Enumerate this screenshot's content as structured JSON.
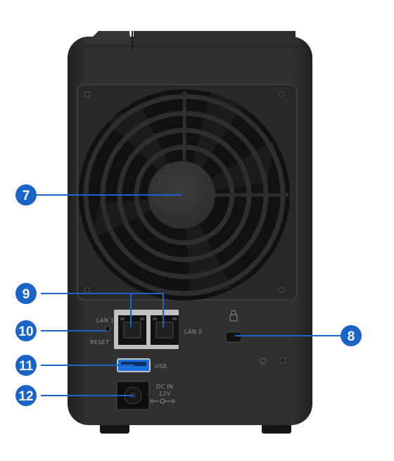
{
  "callouts": [
    {
      "number": "7"
    },
    {
      "number": "9"
    },
    {
      "number": "10"
    },
    {
      "number": "8"
    },
    {
      "number": "11"
    },
    {
      "number": "12"
    }
  ],
  "ports": {
    "lan1": "LAN 1",
    "lan2": "LAN 2",
    "reset": "RESET",
    "usb": "USB",
    "dc_in": "DC IN",
    "dc_voltage": "12V"
  },
  "colors": {
    "accent": "#1a63c7",
    "chassis": "#2b2d2e",
    "fan": "#1d1f20"
  },
  "icons": [
    "lock-icon",
    "ground-icon",
    "dc-polarity-icon"
  ]
}
